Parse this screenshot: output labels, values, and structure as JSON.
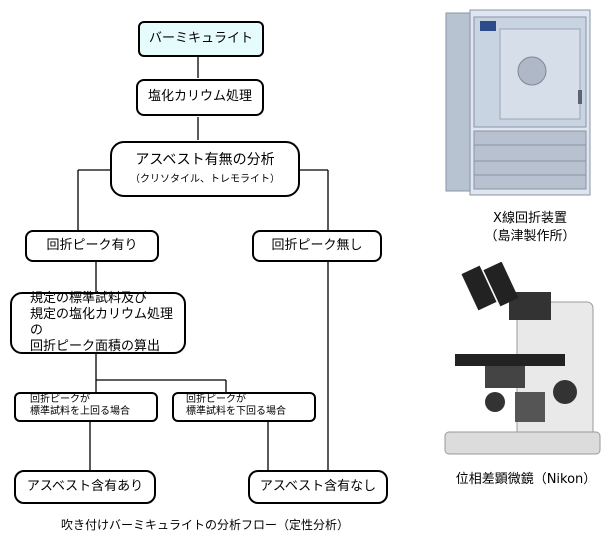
{
  "flow": {
    "start": "バーミキュライト",
    "step2": "塩化カリウム処理",
    "step3_title": "アスベスト有無の分析",
    "step3_sub": "（クリソタイル、トレモライト）",
    "peak_yes": "回折ピーク有り",
    "peak_no": "回折ピーク無し",
    "calc_line1": "規定の標準試料及び",
    "calc_line2": "規定の塩化カリウム処理の",
    "calc_line3": "回折ピーク面積の算出",
    "above_line1": "回折ピークが",
    "above_line2": "標準試料を上回る場合",
    "below_line1": "回折ピークが",
    "below_line2": "標準試料を下回る場合",
    "result_yes": "アスベスト含有あり",
    "result_no": "アスベスト含有なし"
  },
  "figure_caption": "吹き付けバーミキュライトの分析フロー（定性分析）",
  "xrd": {
    "caption_line1": "X線回折装置",
    "caption_line2": "（島津製作所）"
  },
  "microscope": {
    "caption": "位相差顕微鏡（Nikon）"
  },
  "colors": {
    "start_fill": "#e6fbfb",
    "xrd_body": "#c9d4e3",
    "microscope_body": "#e9e9e9"
  }
}
